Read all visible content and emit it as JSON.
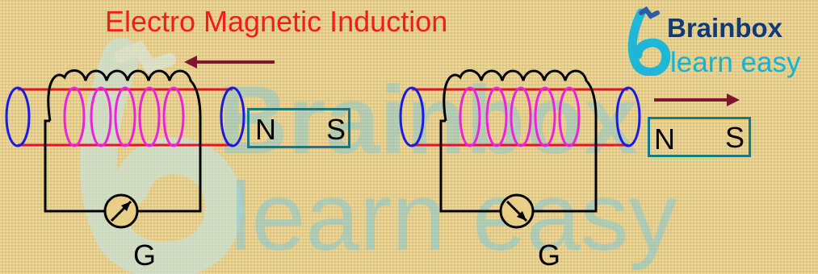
{
  "diagram": {
    "title": "Electro Magnetic Induction",
    "left_setup": {
      "pole_north": "N",
      "pole_south": "S",
      "galvanometer_label": "G",
      "magnet_motion": "toward coil (arrow pointing left)"
    },
    "right_setup": {
      "pole_north": "N",
      "pole_south": "S",
      "galvanometer_label": "G",
      "magnet_motion": "away from coil (arrow pointing right)"
    }
  },
  "brand": {
    "name": "Brainbox",
    "tagline": "learn easy"
  },
  "colors": {
    "title": "#f41c1c",
    "brand_dark": "#0f3a79",
    "brand_light": "#14b4d4",
    "coil_core": "#e8102a",
    "loops": "#ee22dd",
    "end_rings": "#1a1ae6",
    "magnet_border": "#157a86",
    "arrow": "#80162e",
    "background": "#e9cf86"
  },
  "icons": [
    "galvanometer-icon",
    "arrow-left-icon",
    "arrow-right-icon",
    "brainbox-logo-icon"
  ]
}
